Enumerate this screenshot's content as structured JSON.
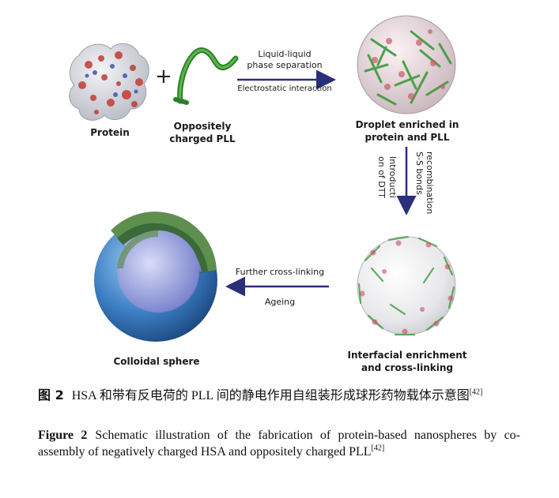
{
  "figure": {
    "labels": {
      "protein": "Protein",
      "pll_line1": "Oppositely",
      "pll_line2": "charged PLL",
      "droplet_line1": "Droplet enriched in",
      "droplet_line2": "protein and PLL",
      "interfacial_line1": "Interfacial enrichment",
      "interfacial_line2": "and cross-linking",
      "colloidal": "Colloidal sphere"
    },
    "arrows": {
      "top_above_line1": "Liquid-liquid",
      "top_above_line2": "phase separation",
      "top_below": "Electrostatic interaction",
      "vertical_right_line1": "S-S bonds",
      "vertical_right_line2": "recombination",
      "vertical_left_line1": "Introducti",
      "vertical_left_line2": "on of DTT",
      "bottom_above": "Further cross-linking",
      "bottom_below": "Ageing"
    },
    "plus": "+",
    "colors": {
      "arrow": "#2b2f7a",
      "pll": "#3b9a34",
      "shell": "#5f8f4f",
      "sphere_outer": "#3d7fc4",
      "sphere_inner": "#8f9fe0"
    }
  },
  "caption": {
    "cn_label": "图 2",
    "cn_text": "HSA 和带有反电荷的 PLL 间的静电作用自组装形成球形药物载体示意图",
    "cn_ref": "[42]",
    "en_label": "Figure 2",
    "en_text": "Schematic illustration of the fabrication of protein-based nanospheres by co-assembly of negatively charged HSA and oppositely charged PLL",
    "en_ref": "[42]"
  }
}
